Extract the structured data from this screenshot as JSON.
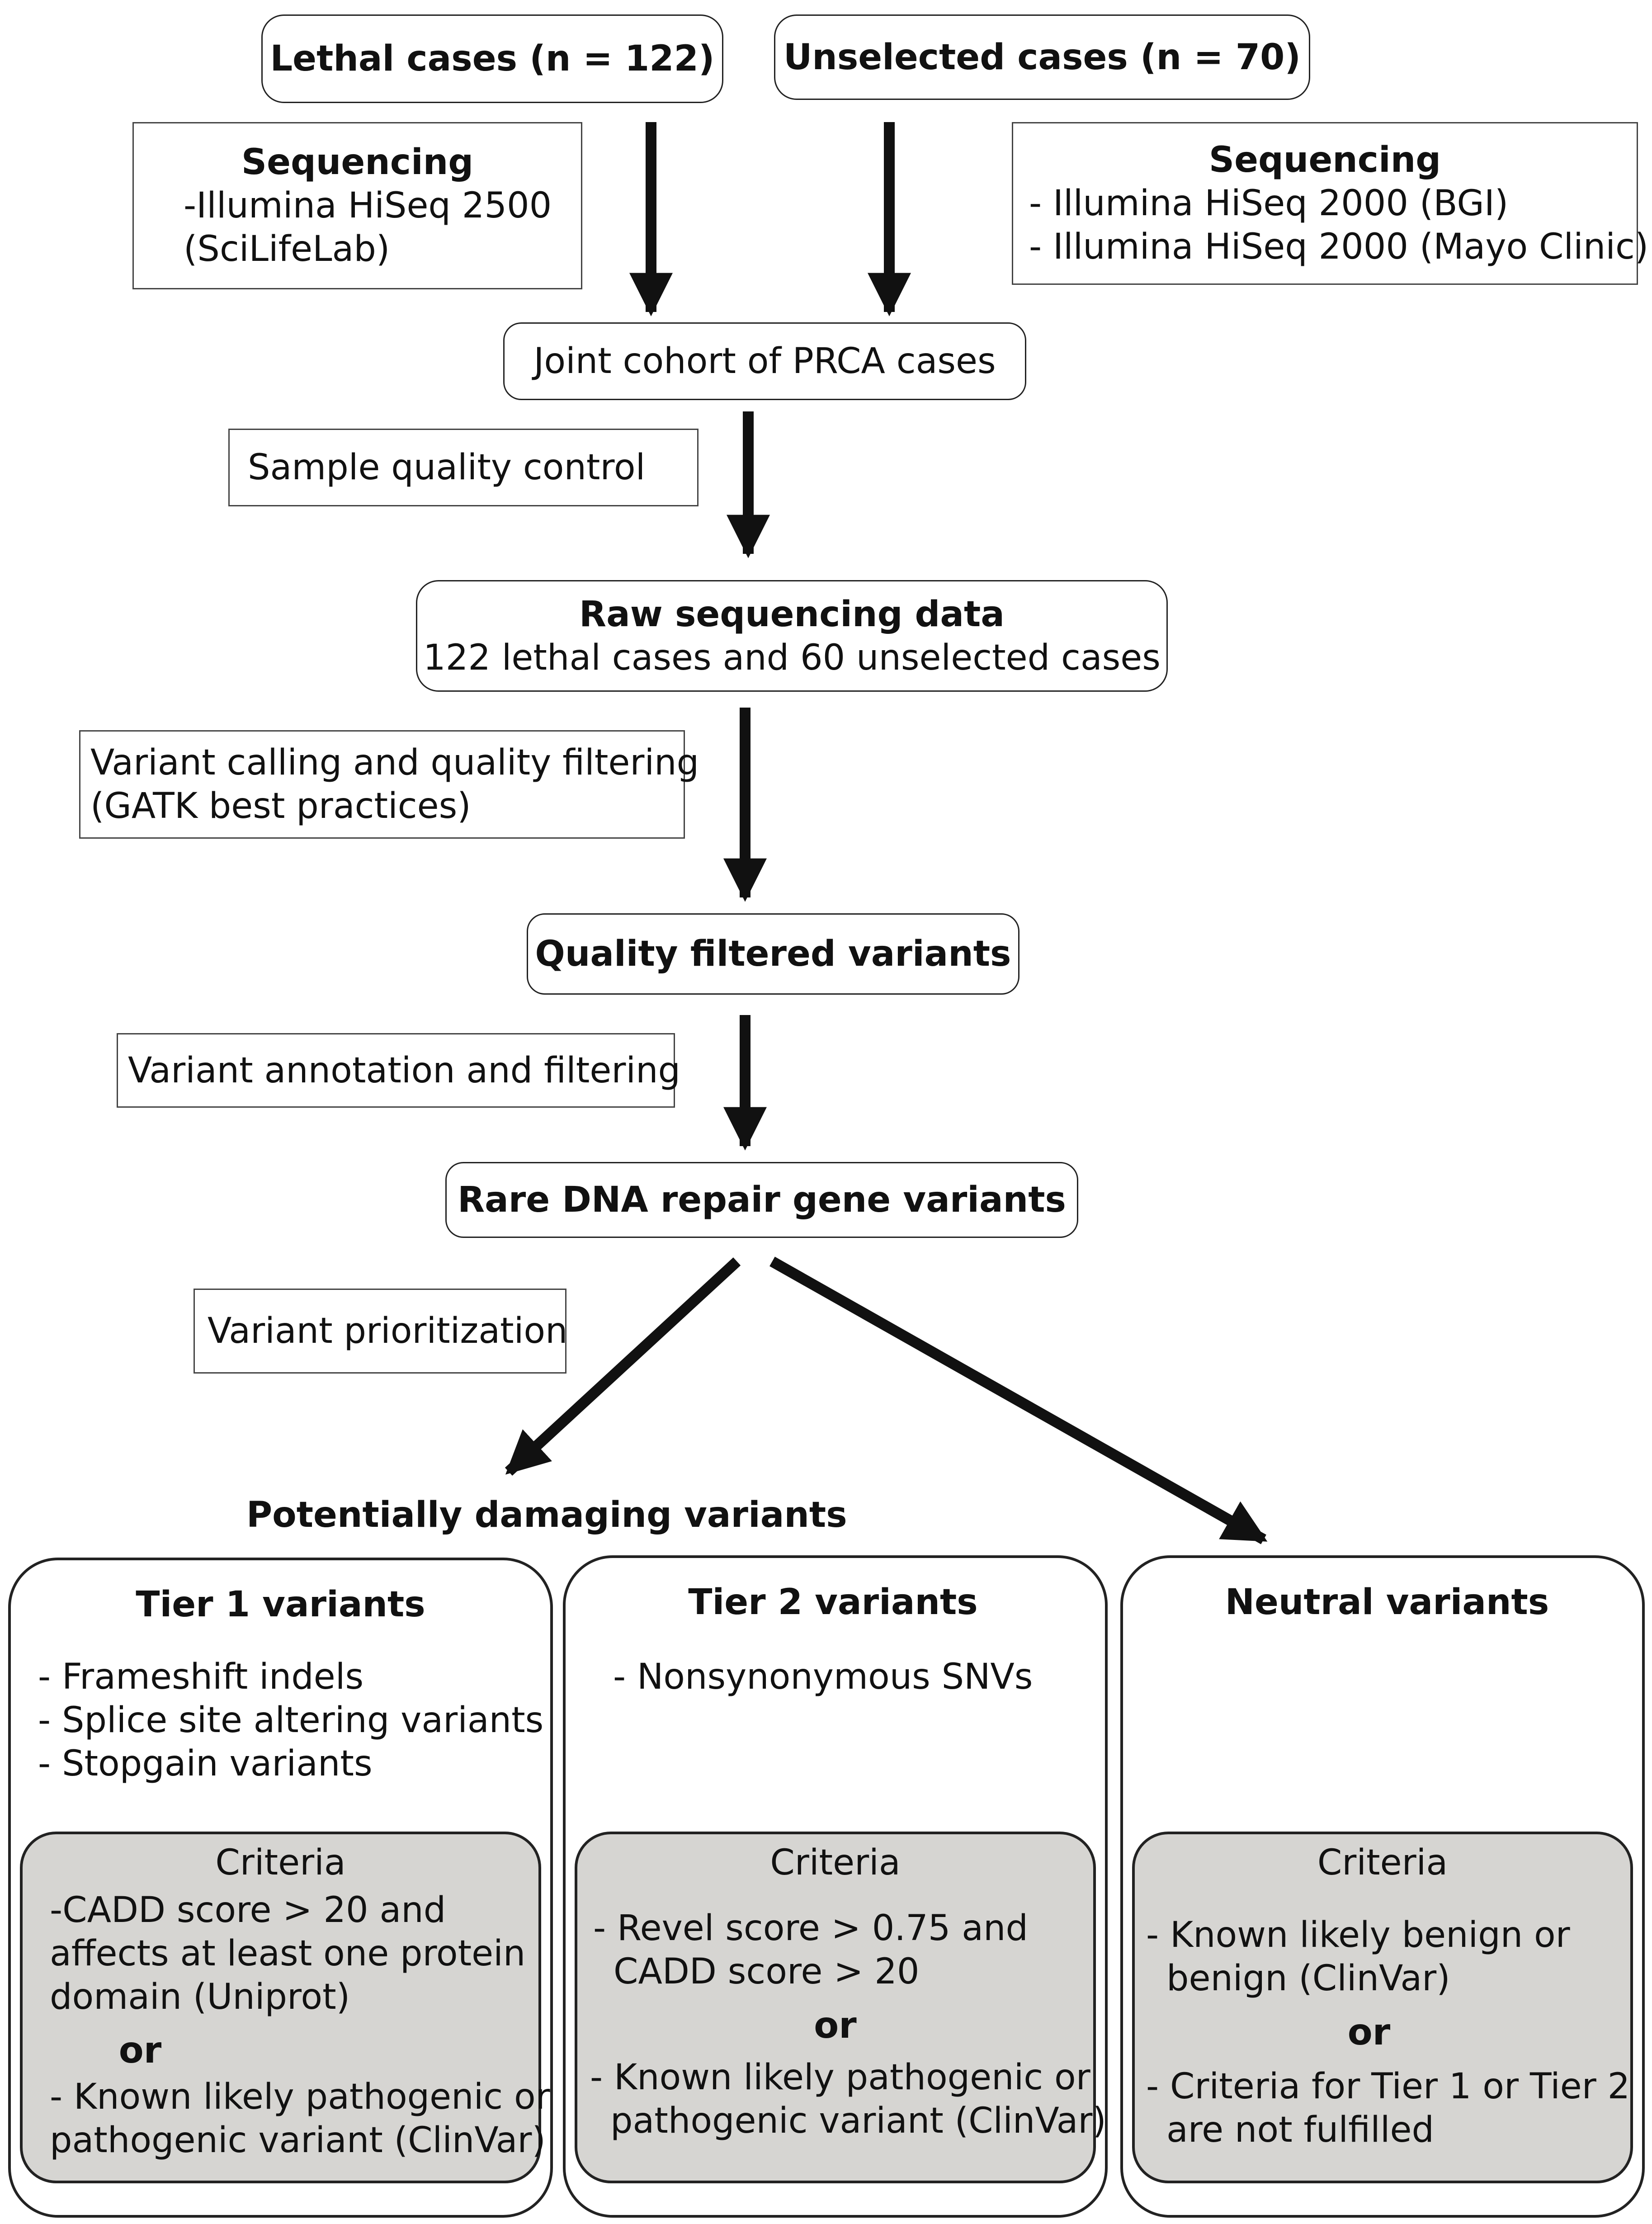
{
  "top": {
    "lethal": "Lethal cases (n = 122)",
    "unselected": "Unselected cases (n = 70)"
  },
  "seq_left": {
    "title": "Sequencing",
    "lines": [
      "-Illumina HiSeq 2500",
      "(SciLifeLab)"
    ]
  },
  "seq_right": {
    "title": "Sequencing",
    "lines": [
      "- Illumina HiSeq 2000 (BGI)",
      "- Illumina HiSeq 2000 (Mayo Clinic)"
    ]
  },
  "joint_cohort": "Joint cohort of PRCA cases",
  "sample_qc": "Sample quality control",
  "raw": {
    "title": "Raw sequencing data",
    "subtitle": "122 lethal cases and 60 unselected cases"
  },
  "variant_calling": {
    "lines": [
      "Variant calling and quality filtering",
      "(GATK best practices)"
    ]
  },
  "quality_filtered": "Quality filtered variants",
  "annotation": "Variant annotation and filtering",
  "rare": "Rare DNA repair gene variants",
  "prioritization": "Variant prioritization",
  "potentially_damaging": "Potentially damaging variants",
  "tier1": {
    "title": "Tier 1 variants",
    "items": [
      "- Frameshift indels",
      "- Splice site altering variants",
      "- Stopgain variants"
    ],
    "criteria_title": "Criteria",
    "criteria_a": [
      "-CADD score > 20 and",
      "affects at least one protein",
      "domain (Uniprot)"
    ],
    "or": "or",
    "criteria_b": [
      "- Known likely pathogenic or",
      "pathogenic variant (ClinVar)"
    ]
  },
  "tier2": {
    "title": "Tier 2 variants",
    "items": [
      "- Nonsynonymous SNVs"
    ],
    "criteria_title": "Criteria",
    "criteria_a": [
      "- Revel score > 0.75 and",
      "CADD score > 20"
    ],
    "or": "or",
    "criteria_b": [
      "- Known likely pathogenic or",
      "pathogenic variant (ClinVar)"
    ]
  },
  "neutral": {
    "title": "Neutral variants",
    "criteria_title": "Criteria",
    "criteria_a": [
      "- Known likely benign or",
      "benign (ClinVar)"
    ],
    "or": "or",
    "criteria_b": [
      "- Criteria for Tier 1 or Tier 2",
      "are not fulfilled"
    ]
  }
}
